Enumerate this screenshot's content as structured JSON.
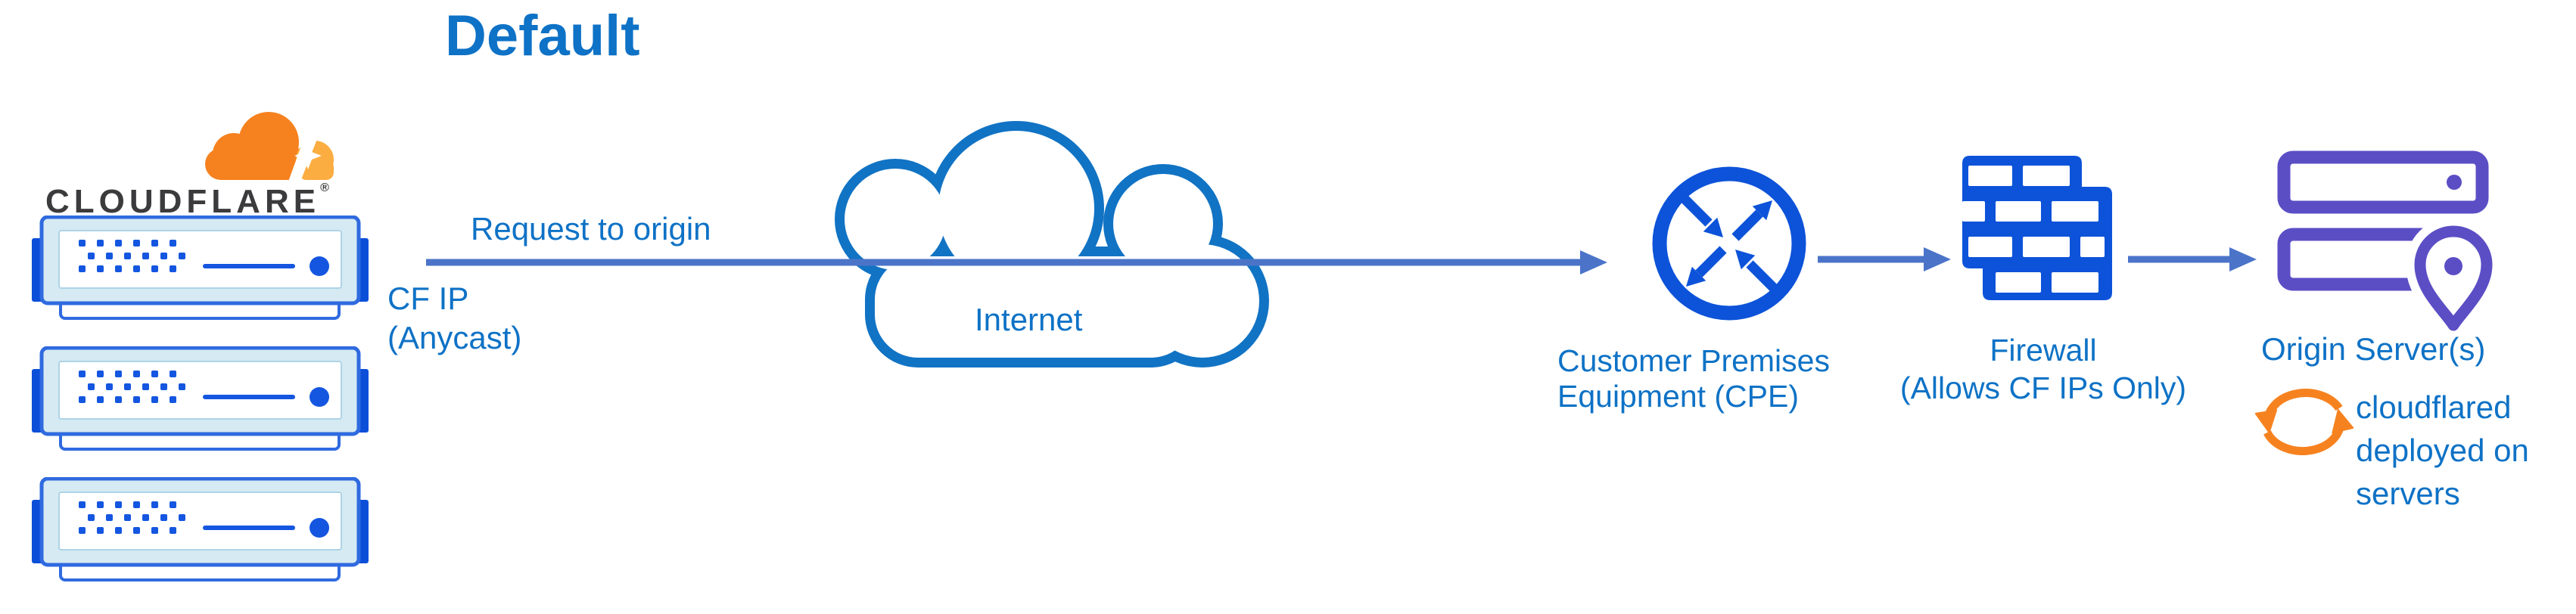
{
  "title": "Default",
  "brand": {
    "wordmark": "CLOUDFLARE",
    "registered_mark": "®"
  },
  "labels": {
    "request": "Request to origin",
    "cf_ip_line1": "CF IP",
    "cf_ip_line2": "(Anycast)",
    "internet": "Internet",
    "cpe_line1": "Customer Premises",
    "cpe_line2": "Equipment (CPE)",
    "firewall_line1": "Firewall",
    "firewall_line2": "(Allows CF IPs Only)",
    "origin": "Origin Server(s)",
    "cloudflared_line1": "cloudflared",
    "cloudflared_line2": "deployed on",
    "cloudflared_line3": "servers"
  },
  "icons": {
    "brand_logo": "cloudflare-logo",
    "edge": "server-rack-icon",
    "internet": "cloud-icon",
    "cpe": "router-arrows-icon",
    "firewall": "brick-wall-icon",
    "origin": "stacked-servers-icon",
    "origin_pin": "location-pin-icon",
    "cloudflared": "sync-arrows-icon",
    "flow": "right-arrow"
  },
  "colors": {
    "label-blue": "#0E72C6",
    "cloud-blue": "#1173C4",
    "icon-blue": "#0D53D9",
    "connector": "#4B74C9",
    "purple": "#5B4EC5",
    "orange": "#F6821F",
    "orange-light": "#FBAD41",
    "server-fill": "#D5EAF2",
    "server-stroke": "#2F6AE0",
    "server-dark": "#0B4FD9",
    "detail-blue": "#1456E0",
    "wordmark": "#3B3B3D"
  }
}
